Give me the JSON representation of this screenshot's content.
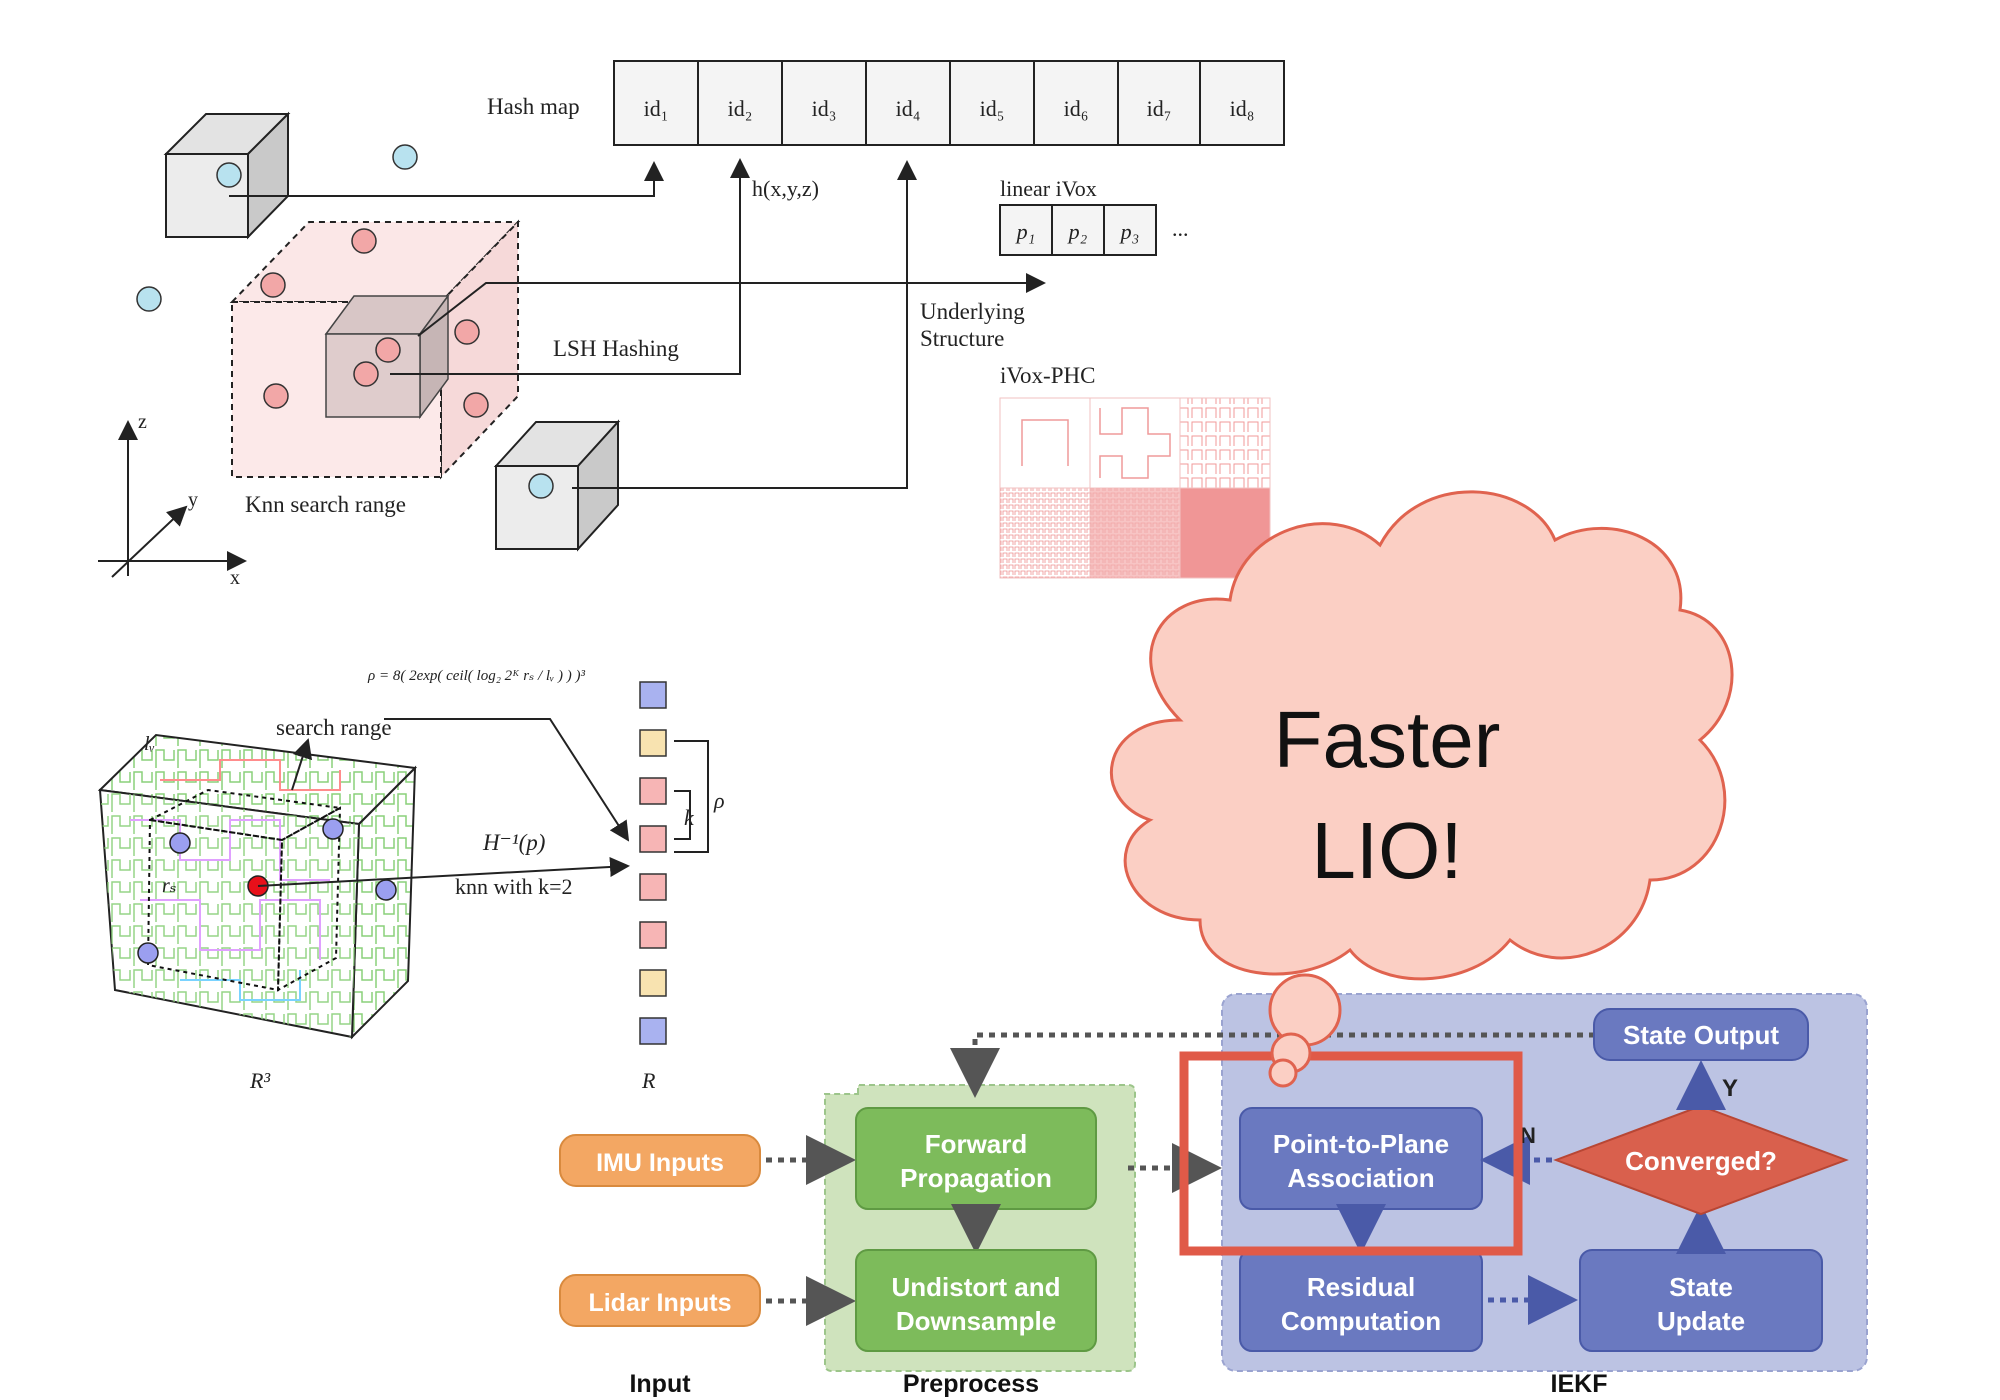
{
  "top_diagram": {
    "hash_map_label": "Hash map",
    "cells": [
      "id₁",
      "id₂",
      "id₃",
      "id₄",
      "id₅",
      "id₆",
      "id₇",
      "id₈"
    ],
    "hash_function_label": "h(x,y,z)",
    "linear_ivox_label": "linear iVox",
    "linear_cells": [
      "p₁",
      "p₂",
      "p₃"
    ],
    "linear_ellipsis": "...",
    "underlying_structure_line1": "Underlying",
    "underlying_structure_line2": "Structure",
    "ivox_phc_label": "iVox-PHC",
    "lsh_label": "LSH Hashing",
    "knn_range_label": "Knn search range",
    "axis_x": "x",
    "axis_y": "y",
    "axis_z": "z"
  },
  "bottom_left_diagram": {
    "formula": "ρ = 8( 2exp( ceil( log₂ 2ᴷ rₛ / lᵥ ) ) )³",
    "search_range_label": "search range",
    "lv_label": "lᵥ",
    "rs_label": "rₛ",
    "inverse_map_label": "H⁻¹(p)",
    "knn_label": "knn with k=2",
    "k_label": "k",
    "rho_label": "ρ",
    "r3_label": "R³",
    "r_label": "R"
  },
  "cloud": {
    "line1": "Faster",
    "line2": "LIO!"
  },
  "flowchart": {
    "imu_inputs": "IMU Inputs",
    "lidar_inputs": "Lidar Inputs",
    "forward_propagation_line1": "Forward",
    "forward_propagation_line2": "Propagation",
    "undistort_line1": "Undistort and",
    "undistort_line2": "Downsample",
    "point_to_plane_line1": "Point-to-Plane",
    "point_to_plane_line2": "Association",
    "residual_line1": "Residual",
    "residual_line2": "Computation",
    "state_update_line1": "State",
    "state_update_line2": "Update",
    "converged": "Converged?",
    "state_output": "State Output",
    "yes_label": "Y",
    "no_label": "N",
    "input_caption": "Input",
    "preprocess_caption": "Preprocess",
    "iekf_caption": "IEKF"
  },
  "colors": {
    "pink_dot": "#f2a7a7",
    "blue_dot": "#b8e2ef",
    "orange_box": "#f3a763",
    "green_box": "#7dbb5b",
    "iekf_box": "#6a79c0",
    "converged_red": "#d9604d",
    "highlight_red": "#e05a48",
    "cloud_fill": "#fbcfc4",
    "cloud_stroke": "#e0634f"
  }
}
